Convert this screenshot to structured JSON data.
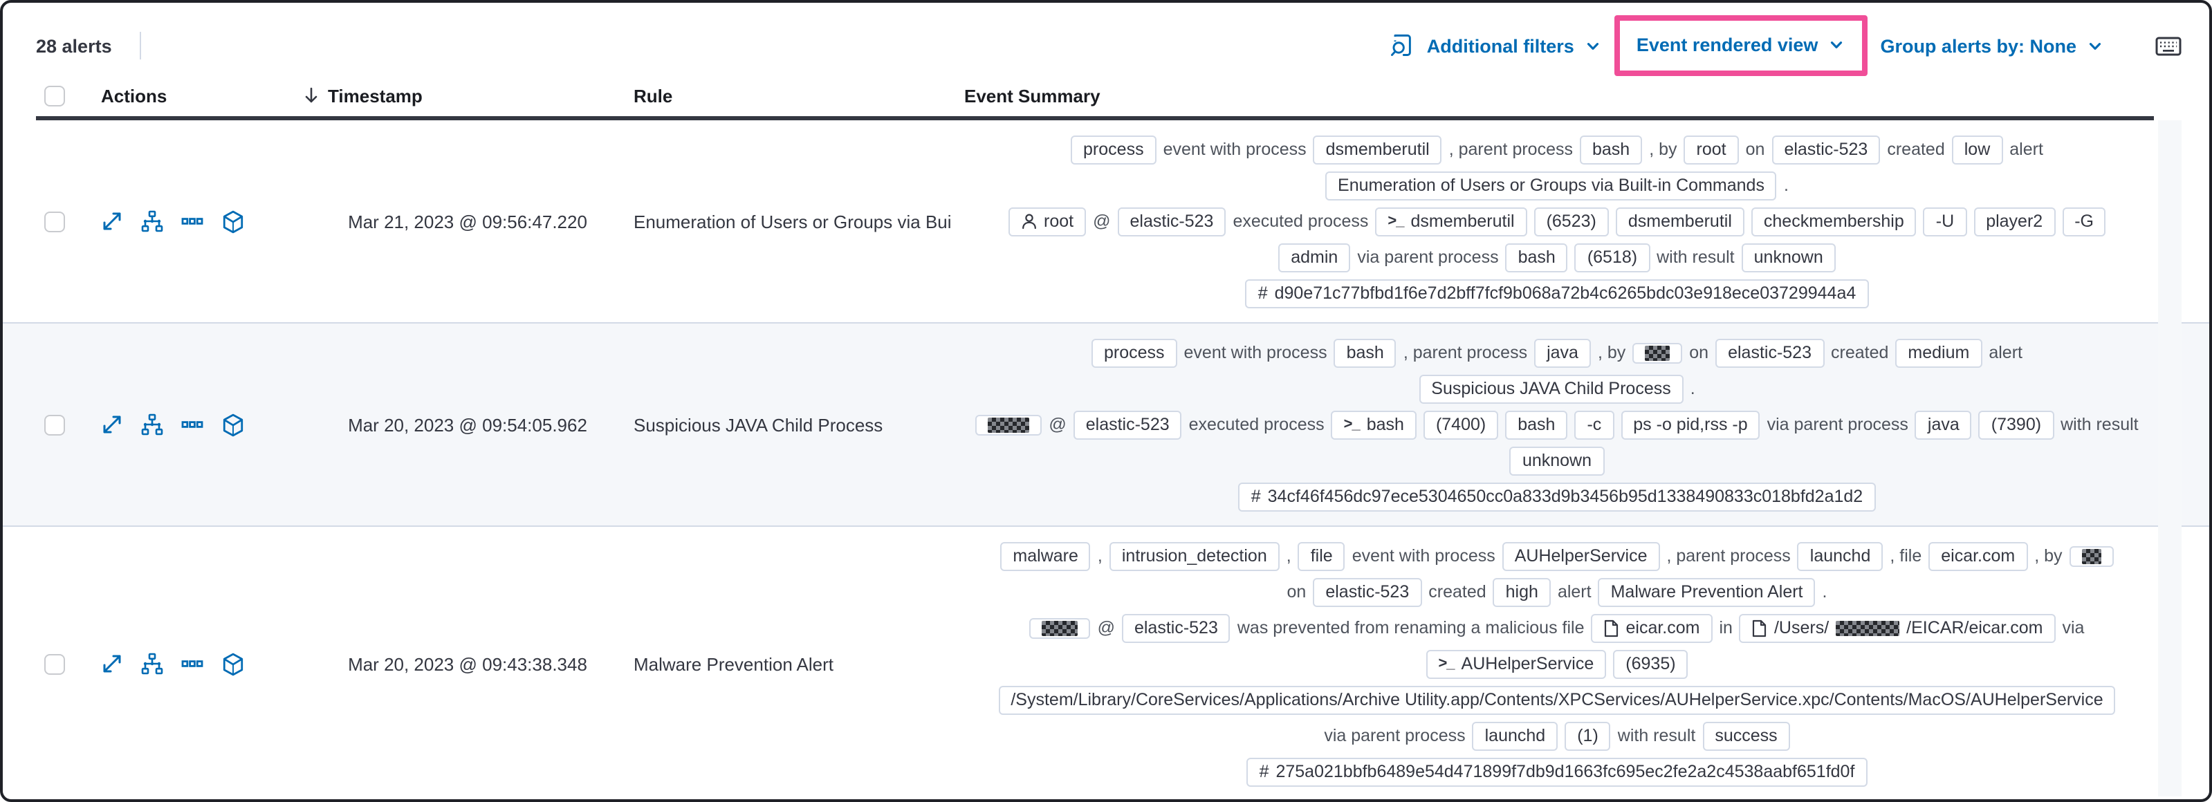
{
  "toolbar": {
    "alert_count": "28 alerts",
    "icons": [
      "inspect",
      "keyboard-shortcuts"
    ],
    "additional_filters_label": "Additional filters",
    "view_selector_label": "Event rendered view",
    "group_by_label": "Group alerts by: None"
  },
  "colors": {
    "link_blue": "#006bb4",
    "highlight_pink": "#f04e98",
    "badge_border": "#d3dae6",
    "shaded_row": "#f5f7fa",
    "header_underline": "#343741"
  },
  "table": {
    "headers": {
      "actions": "Actions",
      "timestamp": "Timestamp",
      "rule": "Rule",
      "event_summary": "Event Summary"
    },
    "sort": "descending",
    "row_action_icons": [
      "expand-alert",
      "analyze-event",
      "more-actions",
      "open-session-view"
    ],
    "rows": [
      {
        "shaded": false,
        "timestamp": "Mar 21, 2023 @ 09:56:47.220",
        "rule": "Enumeration of Users or Groups via Bui",
        "summary_lines": [
          [
            {
              "k": "b",
              "v": "process"
            },
            {
              "k": "t",
              "v": "event with process"
            },
            {
              "k": "b",
              "v": "dsmemberutil"
            },
            {
              "k": "t",
              "v": ", parent process"
            },
            {
              "k": "b",
              "v": "bash"
            },
            {
              "k": "t",
              "v": ", by"
            },
            {
              "k": "b",
              "v": "root"
            },
            {
              "k": "t",
              "v": "on"
            },
            {
              "k": "b",
              "v": "elastic-523"
            },
            {
              "k": "t",
              "v": "created"
            },
            {
              "k": "b",
              "v": "low"
            },
            {
              "k": "t",
              "v": "alert"
            }
          ],
          [
            {
              "k": "b",
              "v": "Enumeration of Users or Groups via Built-in Commands"
            },
            {
              "k": "t",
              "v": "."
            }
          ],
          [
            {
              "k": "b",
              "icon": "user",
              "v": "root"
            },
            {
              "k": "t",
              "v": "@"
            },
            {
              "k": "b",
              "v": "elastic-523"
            },
            {
              "k": "t",
              "v": "executed process"
            },
            {
              "k": "b",
              "icon": "terminal",
              "v": "dsmemberutil"
            },
            {
              "k": "b",
              "v": "(6523)"
            },
            {
              "k": "b",
              "v": "dsmemberutil"
            },
            {
              "k": "b",
              "v": "checkmembership"
            },
            {
              "k": "b",
              "v": "-U"
            },
            {
              "k": "b",
              "v": "player2"
            },
            {
              "k": "b",
              "v": "-G"
            }
          ],
          [
            {
              "k": "b",
              "v": "admin"
            },
            {
              "k": "t",
              "v": "via parent process"
            },
            {
              "k": "b",
              "v": "bash"
            },
            {
              "k": "b",
              "v": "(6518)"
            },
            {
              "k": "t",
              "v": "with result"
            },
            {
              "k": "b",
              "v": "unknown"
            }
          ],
          [
            {
              "k": "b",
              "icon": "hash",
              "v": "d90e71c77bfbd1f6e7d2bff7fcf9b068a72b4c6265bdc03e918ece03729944a4"
            }
          ]
        ]
      },
      {
        "shaded": true,
        "timestamp": "Mar 20, 2023 @ 09:54:05.962",
        "rule": "Suspicious JAVA Child Process",
        "summary_lines": [
          [
            {
              "k": "b",
              "v": "process"
            },
            {
              "k": "t",
              "v": "event with process"
            },
            {
              "k": "b",
              "v": "bash"
            },
            {
              "k": "t",
              "v": ", parent process"
            },
            {
              "k": "b",
              "v": "java"
            },
            {
              "k": "t",
              "v": ", by"
            },
            {
              "k": "b",
              "redact": 18
            },
            {
              "k": "t",
              "v": "on"
            },
            {
              "k": "b",
              "v": "elastic-523"
            },
            {
              "k": "t",
              "v": "created"
            },
            {
              "k": "b",
              "v": "medium"
            },
            {
              "k": "t",
              "v": "alert"
            }
          ],
          [
            {
              "k": "b",
              "v": "Suspicious JAVA Child Process"
            },
            {
              "k": "t",
              "v": "."
            }
          ],
          [
            {
              "k": "b",
              "redact": 30
            },
            {
              "k": "t",
              "v": "@"
            },
            {
              "k": "b",
              "v": "elastic-523"
            },
            {
              "k": "t",
              "v": "executed process"
            },
            {
              "k": "b",
              "icon": "terminal",
              "v": "bash"
            },
            {
              "k": "b",
              "v": "(7400)"
            },
            {
              "k": "b",
              "v": "bash"
            },
            {
              "k": "b",
              "v": "-c"
            },
            {
              "k": "b",
              "v": "ps -o pid,rss -p"
            },
            {
              "k": "t",
              "v": "via parent process"
            },
            {
              "k": "b",
              "v": "java"
            },
            {
              "k": "b",
              "v": "(7390)"
            },
            {
              "k": "t",
              "v": "with result"
            }
          ],
          [
            {
              "k": "b",
              "v": "unknown"
            }
          ],
          [
            {
              "k": "b",
              "icon": "hash",
              "v": "34cf46f456dc97ece5304650cc0a833d9b3456b95d1338490833c018bfd2a1d2"
            }
          ]
        ]
      },
      {
        "shaded": false,
        "timestamp": "Mar 20, 2023 @ 09:43:38.348",
        "rule": "Malware Prevention Alert",
        "summary_lines": [
          [
            {
              "k": "b",
              "v": "malware"
            },
            {
              "k": "t",
              "v": ","
            },
            {
              "k": "b",
              "v": "intrusion_detection"
            },
            {
              "k": "t",
              "v": ","
            },
            {
              "k": "b",
              "v": "file"
            },
            {
              "k": "t",
              "v": "event with process"
            },
            {
              "k": "b",
              "v": "AUHelperService"
            },
            {
              "k": "t",
              "v": ", parent process"
            },
            {
              "k": "b",
              "v": "launchd"
            },
            {
              "k": "t",
              "v": ", file"
            },
            {
              "k": "b",
              "v": "eicar.com"
            },
            {
              "k": "t",
              "v": ", by"
            },
            {
              "k": "b",
              "redact": 14
            }
          ],
          [
            {
              "k": "t",
              "v": "on"
            },
            {
              "k": "b",
              "v": "elastic-523"
            },
            {
              "k": "t",
              "v": "created"
            },
            {
              "k": "b",
              "v": "high"
            },
            {
              "k": "t",
              "v": "alert"
            },
            {
              "k": "b",
              "v": "Malware Prevention Alert"
            },
            {
              "k": "t",
              "v": "."
            }
          ],
          [
            {
              "k": "b",
              "redact": 26
            },
            {
              "k": "t",
              "v": "@"
            },
            {
              "k": "b",
              "v": "elastic-523"
            },
            {
              "k": "t",
              "v": "was prevented from renaming a malicious file"
            },
            {
              "k": "b",
              "icon": "file",
              "v": "eicar.com"
            },
            {
              "k": "t",
              "v": "in"
            },
            {
              "k": "b",
              "icon": "file",
              "parts": [
                {
                  "t": "/Users/"
                },
                {
                  "r": 46
                },
                {
                  "t": "/EICAR/eicar.com"
                }
              ]
            },
            {
              "k": "t",
              "v": "via"
            }
          ],
          [
            {
              "k": "b",
              "icon": "terminal",
              "v": "AUHelperService"
            },
            {
              "k": "b",
              "v": "(6935)"
            }
          ],
          [
            {
              "k": "b",
              "v": "/System/Library/CoreServices/Applications/Archive Utility.app/Contents/XPCServices/AUHelperService.xpc/Contents/MacOS/AUHelperService"
            }
          ],
          [
            {
              "k": "t",
              "v": "via parent process"
            },
            {
              "k": "b",
              "v": "launchd"
            },
            {
              "k": "b",
              "v": "(1)"
            },
            {
              "k": "t",
              "v": "with result"
            },
            {
              "k": "b",
              "v": "success"
            }
          ],
          [
            {
              "k": "b",
              "icon": "hash",
              "v": "275a021bbfb6489e54d471899f7db9d1663fc695ec2fe2a2c4538aabf651fd0f"
            }
          ]
        ]
      }
    ]
  }
}
